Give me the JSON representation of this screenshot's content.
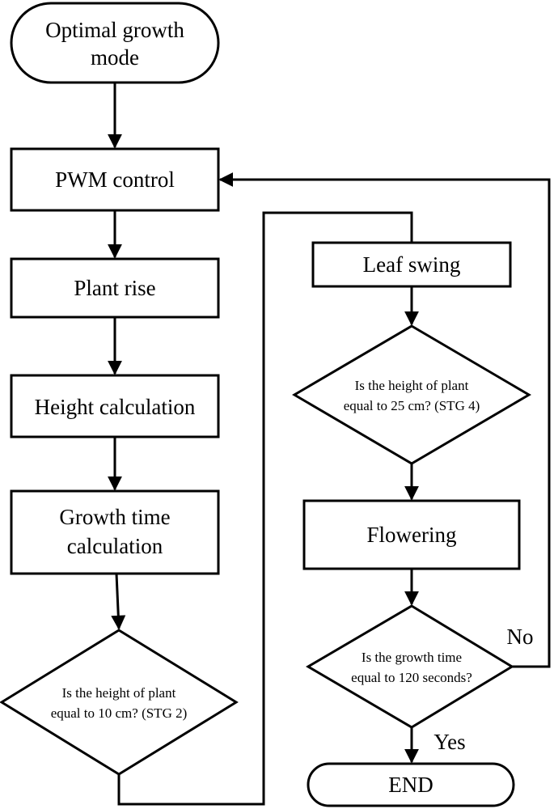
{
  "nodes": {
    "start": {
      "line1": "Optimal growth",
      "line2": "mode"
    },
    "pwm": {
      "label": "PWM control"
    },
    "plant_rise": {
      "label": "Plant rise"
    },
    "height_calc": {
      "label": "Height calculation"
    },
    "growth_time_calc": {
      "line1": "Growth time",
      "line2": "calculation"
    },
    "decision_10cm": {
      "line1": "Is the height of plant",
      "line2": "equal to 10 cm? (STG 2)"
    },
    "leaf_swing": {
      "label": "Leaf swing"
    },
    "decision_25cm": {
      "line1": "Is the height of plant",
      "line2": "equal to 25 cm? (STG 4)"
    },
    "flowering": {
      "label": "Flowering"
    },
    "decision_120s": {
      "line1": "Is the growth time",
      "line2": "equal to 120 seconds?"
    },
    "end": {
      "label": "END"
    }
  },
  "edge_labels": {
    "no": "No",
    "yes": "Yes"
  }
}
